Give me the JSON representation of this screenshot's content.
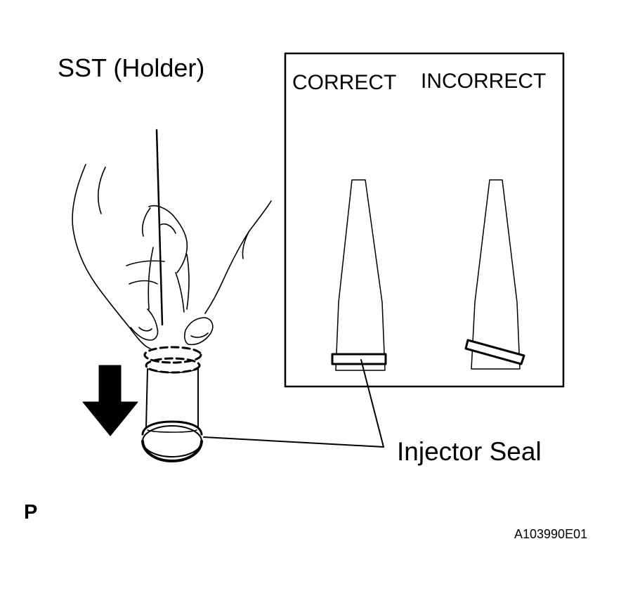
{
  "labels": {
    "sst_holder": "SST (Holder)",
    "correct": "CORRECT",
    "incorrect": "INCORRECT",
    "injector_seal": "Injector Seal",
    "p_mark": "P",
    "figure_code": "A103990E01"
  },
  "colors": {
    "ink": "#000000",
    "paper": "#ffffff"
  },
  "icons": {
    "push_direction": "arrow-down-icon"
  }
}
